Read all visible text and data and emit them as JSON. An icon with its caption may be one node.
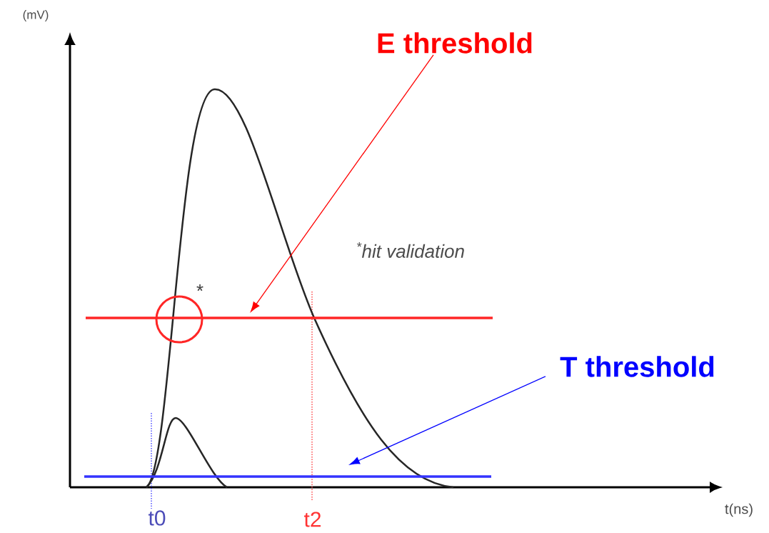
{
  "diagram": {
    "nodes": [
      {
        "text": [
          "E threshold"
        ]
      },
      {
        "text": [],
        "shape": "line"
      },
      {
        "text": [
          "T threshold"
        ]
      },
      {
        "text": [],
        "shape": "line"
      }
    ],
    "edges": [
      {
        "from": 0,
        "to": 1,
        "arrow": "to",
        "color": "#ff0000"
      },
      {
        "from": 2,
        "to": 3,
        "arrow": "to",
        "color": "#0000ff"
      }
    ],
    "labels": [
      "(mV)",
      "$^{*}$hit validation",
      "*",
      "t0",
      "t2",
      "t(ns)"
    ]
  }
}
